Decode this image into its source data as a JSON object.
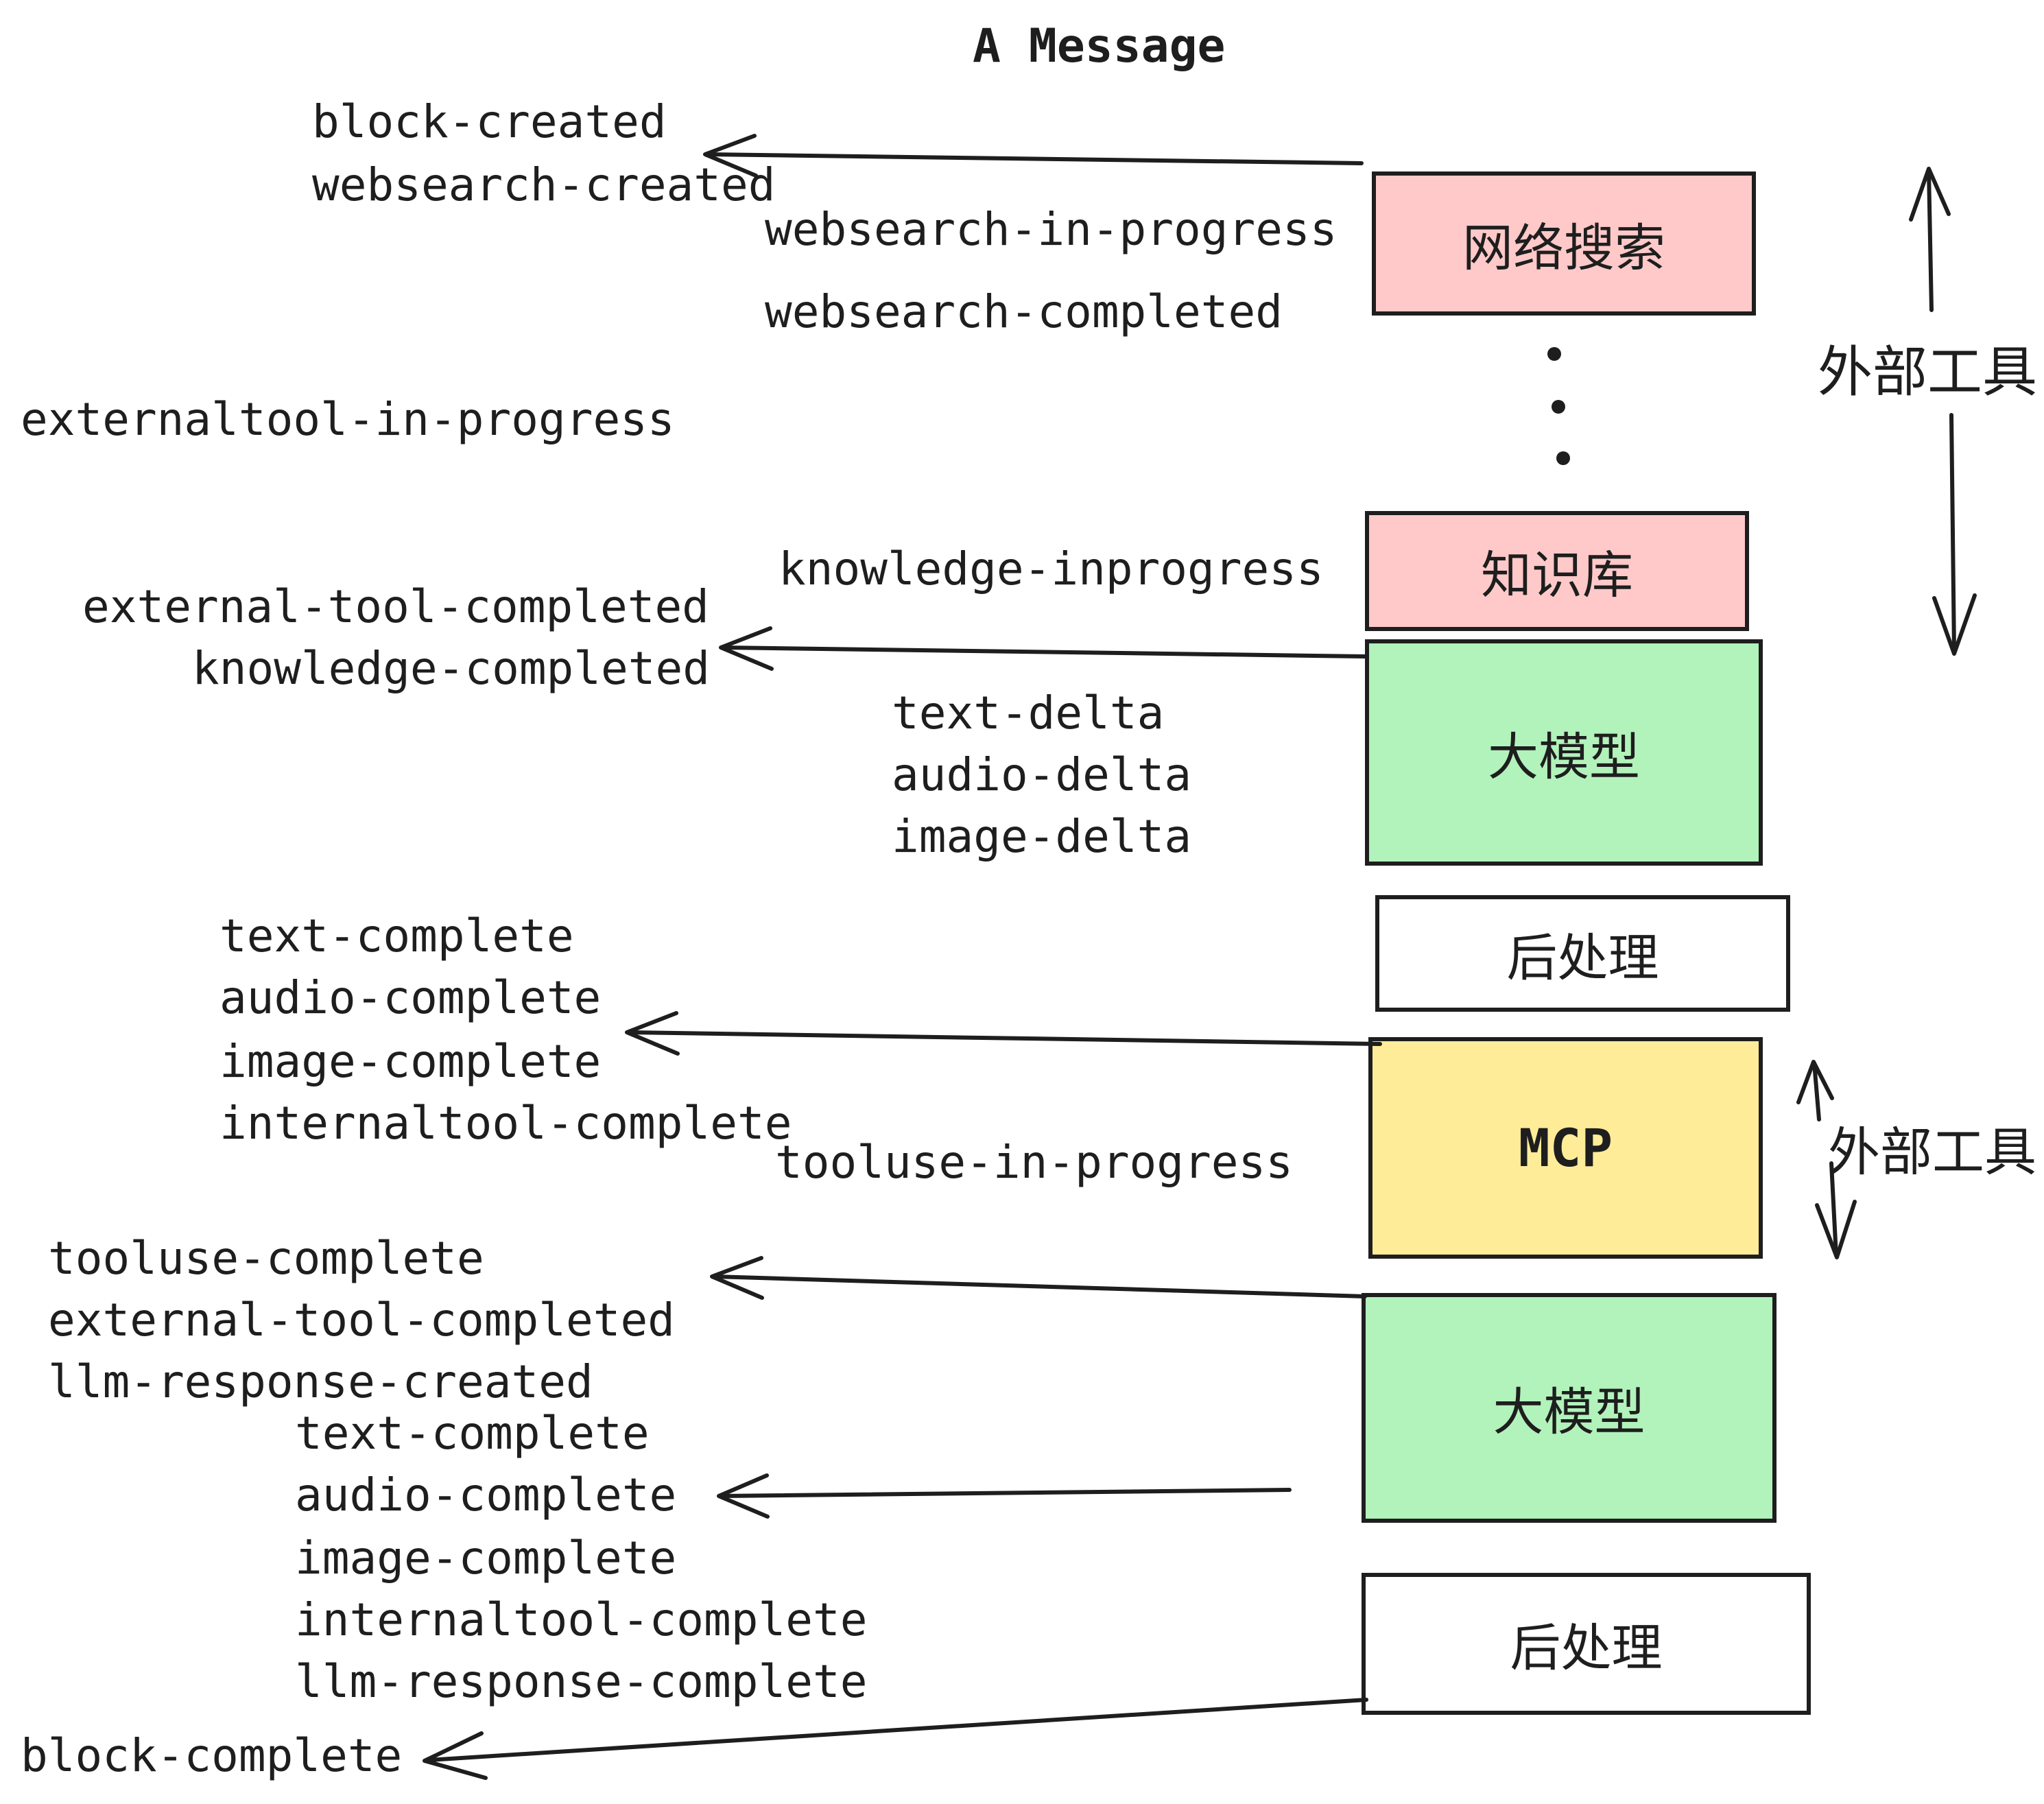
{
  "title": "A Message",
  "colors": {
    "ink": "#1e1e1e",
    "pink_box_fill": "#ffc9c9",
    "green_box_fill": "#b2f2bb",
    "yellow_box_fill": "#ffec99",
    "white_box_fill": "#ffffff",
    "background": "#ffffff"
  },
  "events": [
    "block-created",
    "websearch-created",
    "websearch-in-progress",
    "websearch-completed",
    "externaltool-in-progress",
    "knowledge-inprogress",
    "external-tool-completed",
    "knowledge-completed",
    "text-delta",
    "audio-delta",
    "image-delta",
    "text-complete",
    "audio-complete",
    "image-complete",
    "internaltool-complete",
    "tooluse-in-progress",
    "tooluse-complete",
    "external-tool-completed",
    "llm-response-created",
    "text-complete",
    "audio-complete",
    "image-complete",
    "internaltool-complete",
    "llm-response-complete",
    "block-complete"
  ],
  "boxes": [
    {
      "label": "网络搜索",
      "color": "#ffc9c9"
    },
    {
      "label": "知识库",
      "color": "#ffc9c9"
    },
    {
      "label": "大模型",
      "color": "#b2f2bb"
    },
    {
      "label": "后处理",
      "color": "#ffffff"
    },
    {
      "label": "MCP",
      "color": "#ffec99"
    },
    {
      "label": "大模型",
      "color": "#b2f2bb"
    },
    {
      "label": "后处理",
      "color": "#ffffff"
    }
  ],
  "side_labels": [
    "外部工具",
    "外部工具"
  ],
  "icons": {
    "vertical_ellipsis": "⋮"
  }
}
